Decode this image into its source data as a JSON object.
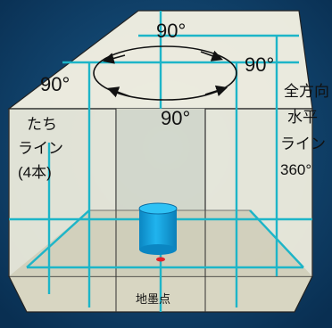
{
  "angles": {
    "top": "90°",
    "left": "90°",
    "right": "90°",
    "bottom": "90°"
  },
  "vertical_label": {
    "line1": "たち",
    "line2": "ライン",
    "line3": "(4本)"
  },
  "horizontal_label": {
    "line1": "全方向",
    "line2": "水平",
    "line3": "ライン",
    "line4": "360°"
  },
  "plumb_label": "地墨点",
  "colors": {
    "background": "#0c3f69",
    "laser": "#1db5c8",
    "device": "#12a3dc",
    "plumb_dot": "#e0242c"
  }
}
